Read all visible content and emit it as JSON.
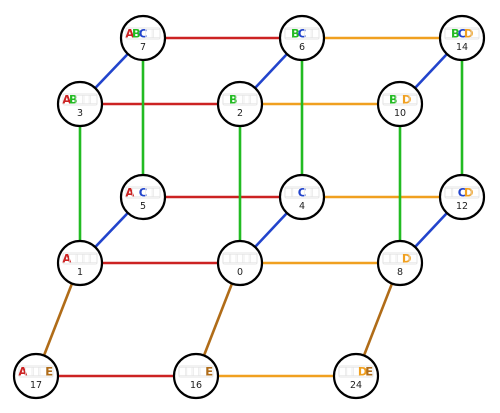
{
  "colors": {
    "A": "#cc2222",
    "B": "#22bb22",
    "C": "#2244cc",
    "D": "#f0a020",
    "E": "#b06c18",
    "blank": "#e6e6e6"
  },
  "nodes": [
    {
      "id": "7",
      "number": "7",
      "letters": [
        "A",
        "B",
        "C"
      ]
    },
    {
      "id": "6",
      "number": "6",
      "letters": [
        "B",
        "C"
      ]
    },
    {
      "id": "14",
      "number": "14",
      "letters": [
        "B",
        "C",
        "D"
      ]
    },
    {
      "id": "3",
      "number": "3",
      "letters": [
        "A",
        "B"
      ]
    },
    {
      "id": "2",
      "number": "2",
      "letters": [
        "B"
      ]
    },
    {
      "id": "10",
      "number": "10",
      "letters": [
        "B",
        "D"
      ]
    },
    {
      "id": "5",
      "number": "5",
      "letters": [
        "A",
        "C"
      ]
    },
    {
      "id": "4",
      "number": "4",
      "letters": [
        "C"
      ]
    },
    {
      "id": "12",
      "number": "12",
      "letters": [
        "C",
        "D"
      ]
    },
    {
      "id": "1",
      "number": "1",
      "letters": [
        "A"
      ]
    },
    {
      "id": "0",
      "number": "0",
      "letters": []
    },
    {
      "id": "8",
      "number": "8",
      "letters": [
        "D"
      ]
    },
    {
      "id": "17",
      "number": "17",
      "letters": [
        "A",
        "E"
      ]
    },
    {
      "id": "16",
      "number": "16",
      "letters": [
        "E"
      ]
    },
    {
      "id": "24",
      "number": "24",
      "letters": [
        "D",
        "E"
      ]
    }
  ],
  "edges": [
    {
      "from": "7",
      "to": "6",
      "color": "A"
    },
    {
      "from": "3",
      "to": "2",
      "color": "A"
    },
    {
      "from": "5",
      "to": "4",
      "color": "A"
    },
    {
      "from": "1",
      "to": "0",
      "color": "A"
    },
    {
      "from": "17",
      "to": "16",
      "color": "A"
    },
    {
      "from": "6",
      "to": "14",
      "color": "D"
    },
    {
      "from": "2",
      "to": "10",
      "color": "D"
    },
    {
      "from": "4",
      "to": "12",
      "color": "D"
    },
    {
      "from": "0",
      "to": "8",
      "color": "D"
    },
    {
      "from": "16",
      "to": "24",
      "color": "D"
    },
    {
      "from": "7",
      "to": "5",
      "color": "B"
    },
    {
      "from": "3",
      "to": "1",
      "color": "B"
    },
    {
      "from": "6",
      "to": "4",
      "color": "B"
    },
    {
      "from": "2",
      "to": "0",
      "color": "B"
    },
    {
      "from": "14",
      "to": "12",
      "color": "B"
    },
    {
      "from": "10",
      "to": "8",
      "color": "B"
    },
    {
      "from": "3",
      "to": "7",
      "color": "C"
    },
    {
      "from": "2",
      "to": "6",
      "color": "C"
    },
    {
      "from": "10",
      "to": "14",
      "color": "C"
    },
    {
      "from": "1",
      "to": "5",
      "color": "C"
    },
    {
      "from": "0",
      "to": "4",
      "color": "C"
    },
    {
      "from": "8",
      "to": "12",
      "color": "C"
    },
    {
      "from": "1",
      "to": "17",
      "color": "E"
    },
    {
      "from": "0",
      "to": "16",
      "color": "E"
    },
    {
      "from": "8",
      "to": "24",
      "color": "E"
    }
  ]
}
